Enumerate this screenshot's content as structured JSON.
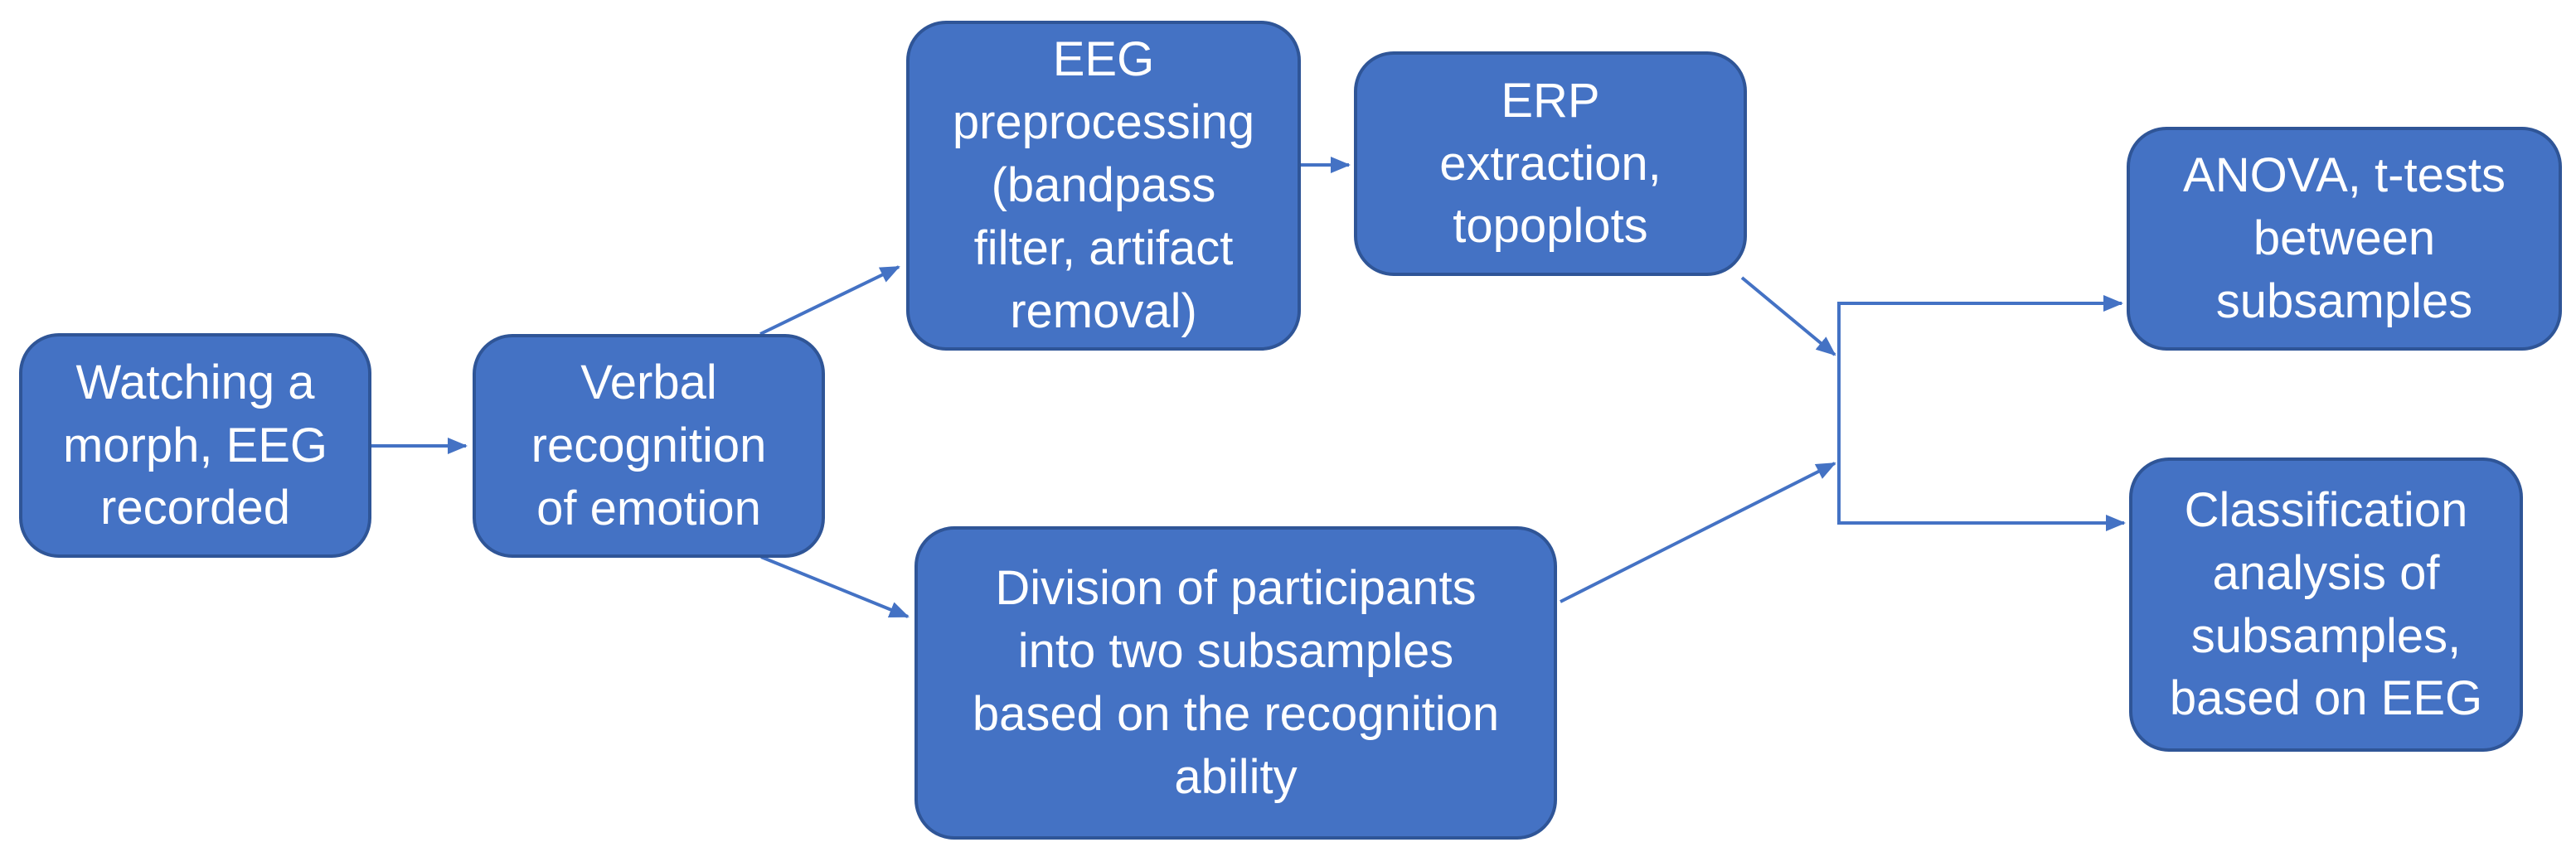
{
  "diagram": {
    "type": "flowchart",
    "direction": "left-to-right",
    "background": "white",
    "colors": {
      "node_fill": "#4472C4",
      "node_border": "#2F5597",
      "arrow": "#4472C4",
      "text": "#FFFFFF",
      "background": "#FFFFFF"
    },
    "nodes": [
      {
        "id": "watching-morph",
        "label": "Watching a\nmorph, EEG\nrecorded"
      },
      {
        "id": "verbal-recognition",
        "label": "Verbal\nrecognition\nof emotion"
      },
      {
        "id": "eeg-preprocessing",
        "label": "EEG\npreprocessing\n(bandpass\nfilter, artifact\nremoval)"
      },
      {
        "id": "erp-extraction",
        "label": "ERP\nextraction,\ntopoplots"
      },
      {
        "id": "division-subsamples",
        "label": "Division of participants\ninto two subsamples\nbased on the recognition\nability"
      },
      {
        "id": "anova-ttests",
        "label": "ANOVA, t-tests\nbetween\nsubsamples"
      },
      {
        "id": "classification-eeg",
        "label": "Classification\nanalysis of\nsubsamples,\nbased on EEG"
      }
    ],
    "edges": [
      {
        "from": "watching-morph",
        "to": "verbal-recognition"
      },
      {
        "from": "verbal-recognition",
        "to": "eeg-preprocessing"
      },
      {
        "from": "verbal-recognition",
        "to": "division-subsamples"
      },
      {
        "from": "eeg-preprocessing",
        "to": "erp-extraction"
      },
      {
        "from": "erp-extraction",
        "to": "junction"
      },
      {
        "from": "division-subsamples",
        "to": "junction"
      },
      {
        "from": "junction",
        "to": "anova-ttests"
      },
      {
        "from": "junction",
        "to": "classification-eeg"
      }
    ]
  }
}
